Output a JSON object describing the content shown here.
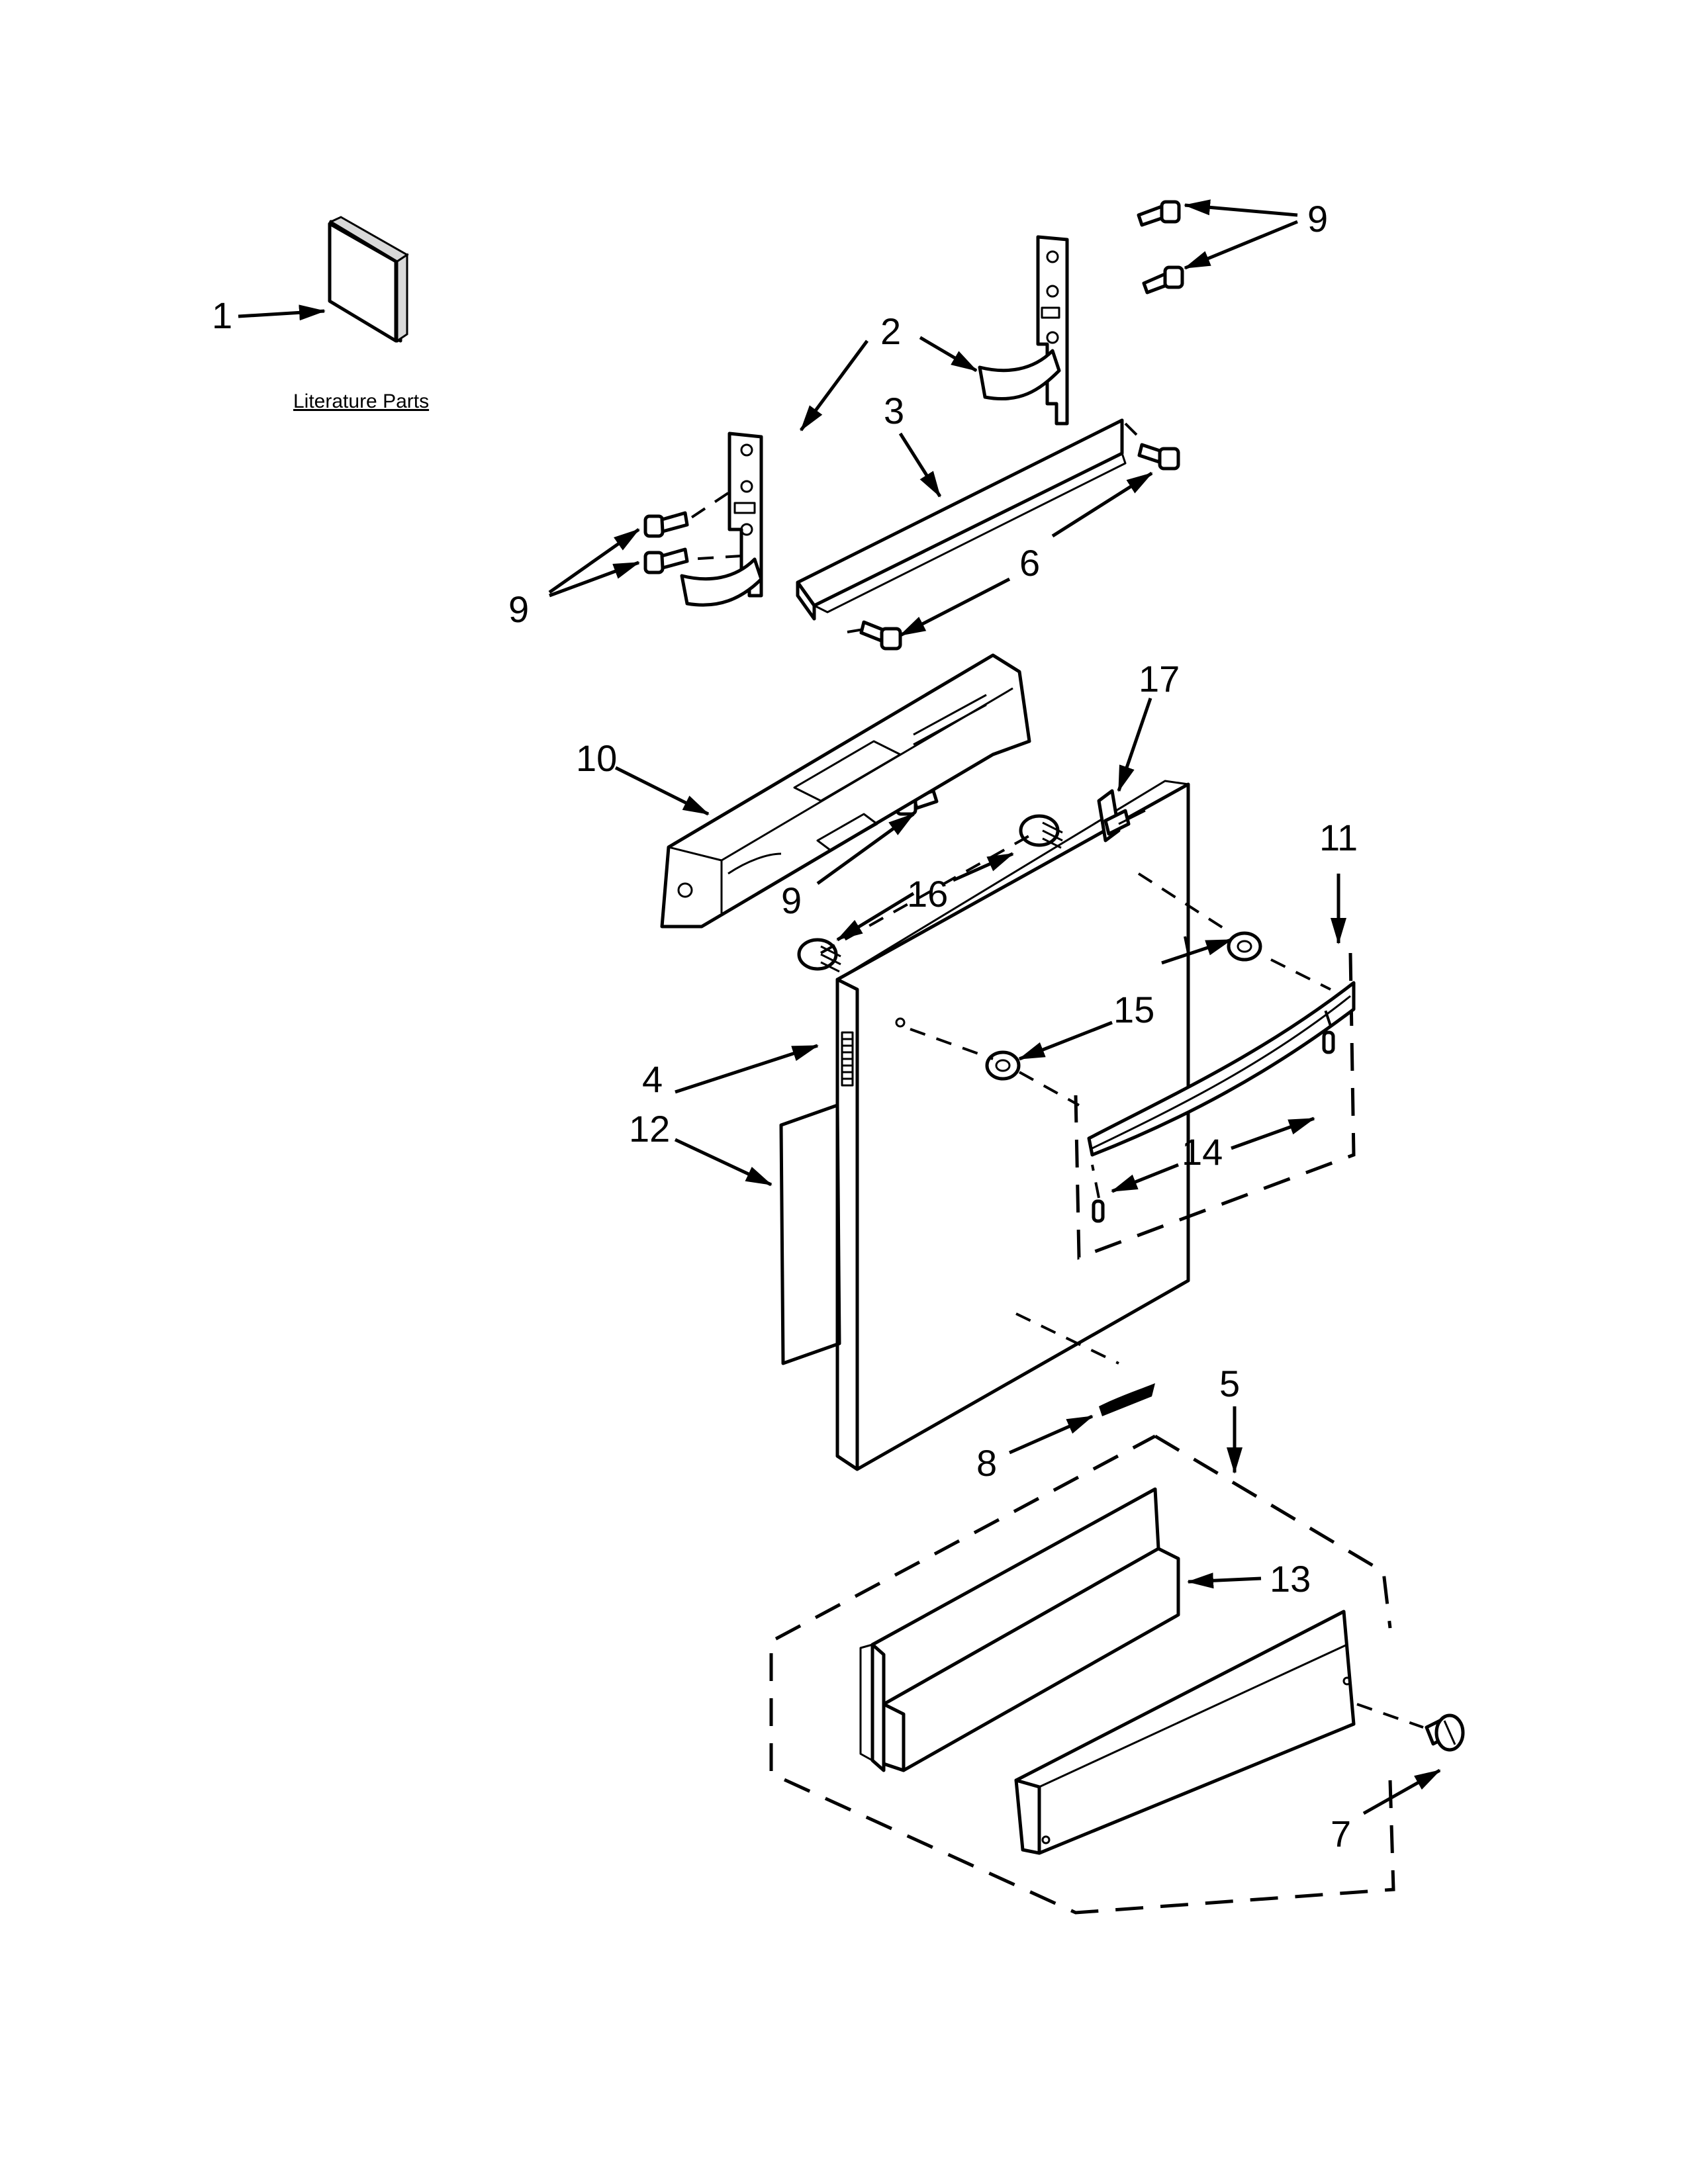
{
  "literature": {
    "caption": "Literature Parts"
  },
  "callouts": {
    "c1": "1",
    "c2": "2",
    "c3": "3",
    "c4": "4",
    "c5": "5",
    "c6": "6",
    "c7": "7",
    "c8": "8",
    "c9": "9",
    "c10": "10",
    "c11": "11",
    "c12": "12",
    "c13": "13",
    "c14": "14",
    "c15": "15",
    "c16": "16",
    "c17": "17"
  }
}
